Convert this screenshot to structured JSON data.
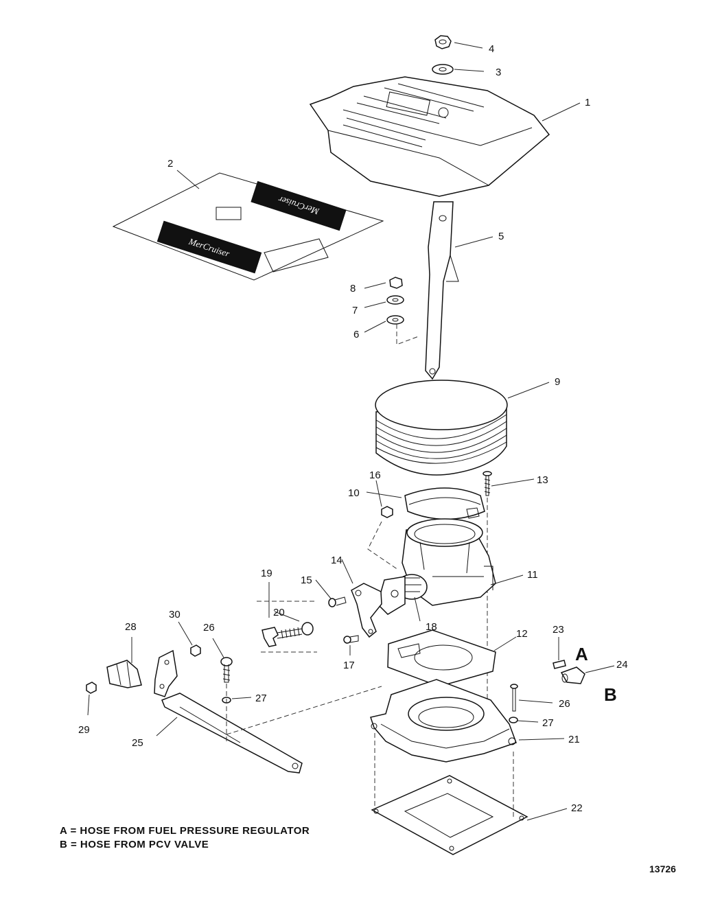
{
  "callouts": {
    "c1": "1",
    "c2": "2",
    "c3": "3",
    "c4": "4",
    "c5": "5",
    "c6": "6",
    "c7": "7",
    "c8": "8",
    "c9": "9",
    "c10": "10",
    "c11": "11",
    "c12": "12",
    "c13": "13",
    "c14": "14",
    "c15": "15",
    "c16": "16",
    "c17": "17",
    "c18": "18",
    "c19": "19",
    "c20": "20",
    "c21": "21",
    "c22": "22",
    "c23": "23",
    "c24": "24",
    "c25": "25",
    "c26a": "26",
    "c26b": "26",
    "c27a": "27",
    "c27b": "27",
    "c28": "28",
    "c29": "29",
    "c30": "30"
  },
  "hose_letters": {
    "a": "A",
    "b": "B"
  },
  "legend": {
    "line_a": "A = HOSE FROM FUEL PRESSURE REGULATOR",
    "line_b": "B = HOSE FROM PCV VALVE"
  },
  "decal_brand": "MerCruiser",
  "figure_number": "13726"
}
